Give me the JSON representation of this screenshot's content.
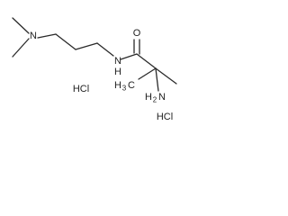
{
  "structure": {
    "atoms": {
      "amine_n": "N",
      "amide_nh_n": "N",
      "amide_nh_h": "H",
      "carbonyl_o": "O",
      "amino_h": "H",
      "amino_h_sub": "2",
      "amino_n": "N",
      "methyl_h": "H",
      "methyl_h_sub": "3",
      "methyl_c": "C"
    },
    "salts": {
      "hcl_left": "HCl",
      "hcl_right": "HCl"
    }
  }
}
